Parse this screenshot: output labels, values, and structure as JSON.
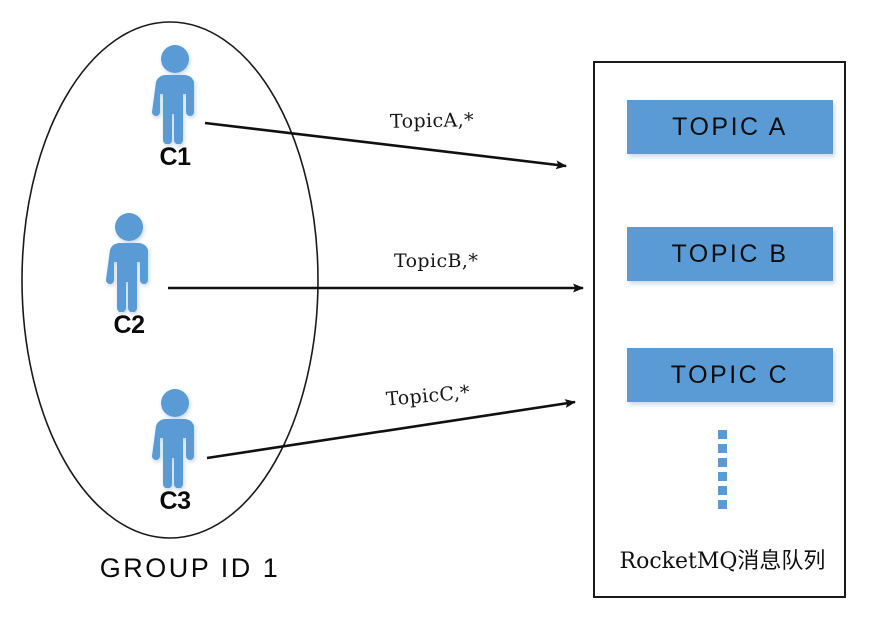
{
  "diagram": {
    "title": "RocketMQ consumer group subscribing to topics",
    "accent_color": "#5B9BD5",
    "line_color": "#101010",
    "background_color": "#FFFFFF"
  },
  "group": {
    "caption": "GROUP ID 1",
    "shape": "ellipse",
    "consumers": [
      {
        "label": "C1",
        "icon": "person-icon"
      },
      {
        "label": "C2",
        "icon": "person-icon"
      },
      {
        "label": "C3",
        "icon": "person-icon"
      }
    ]
  },
  "subscriptions": [
    {
      "label": "TopicA,*",
      "from": "C1",
      "to": "TOPIC A"
    },
    {
      "label": "TopicB,*",
      "from": "C2",
      "to": "TOPIC B"
    },
    {
      "label": "TopicC,*",
      "from": "C3",
      "to": "TOPIC C"
    }
  ],
  "broker": {
    "caption": "RocketMQ消息队列",
    "topics": [
      {
        "label": "TOPIC A"
      },
      {
        "label": "TOPIC B"
      },
      {
        "label": "TOPIC C"
      }
    ],
    "ellipsis_dot_count": 6
  }
}
